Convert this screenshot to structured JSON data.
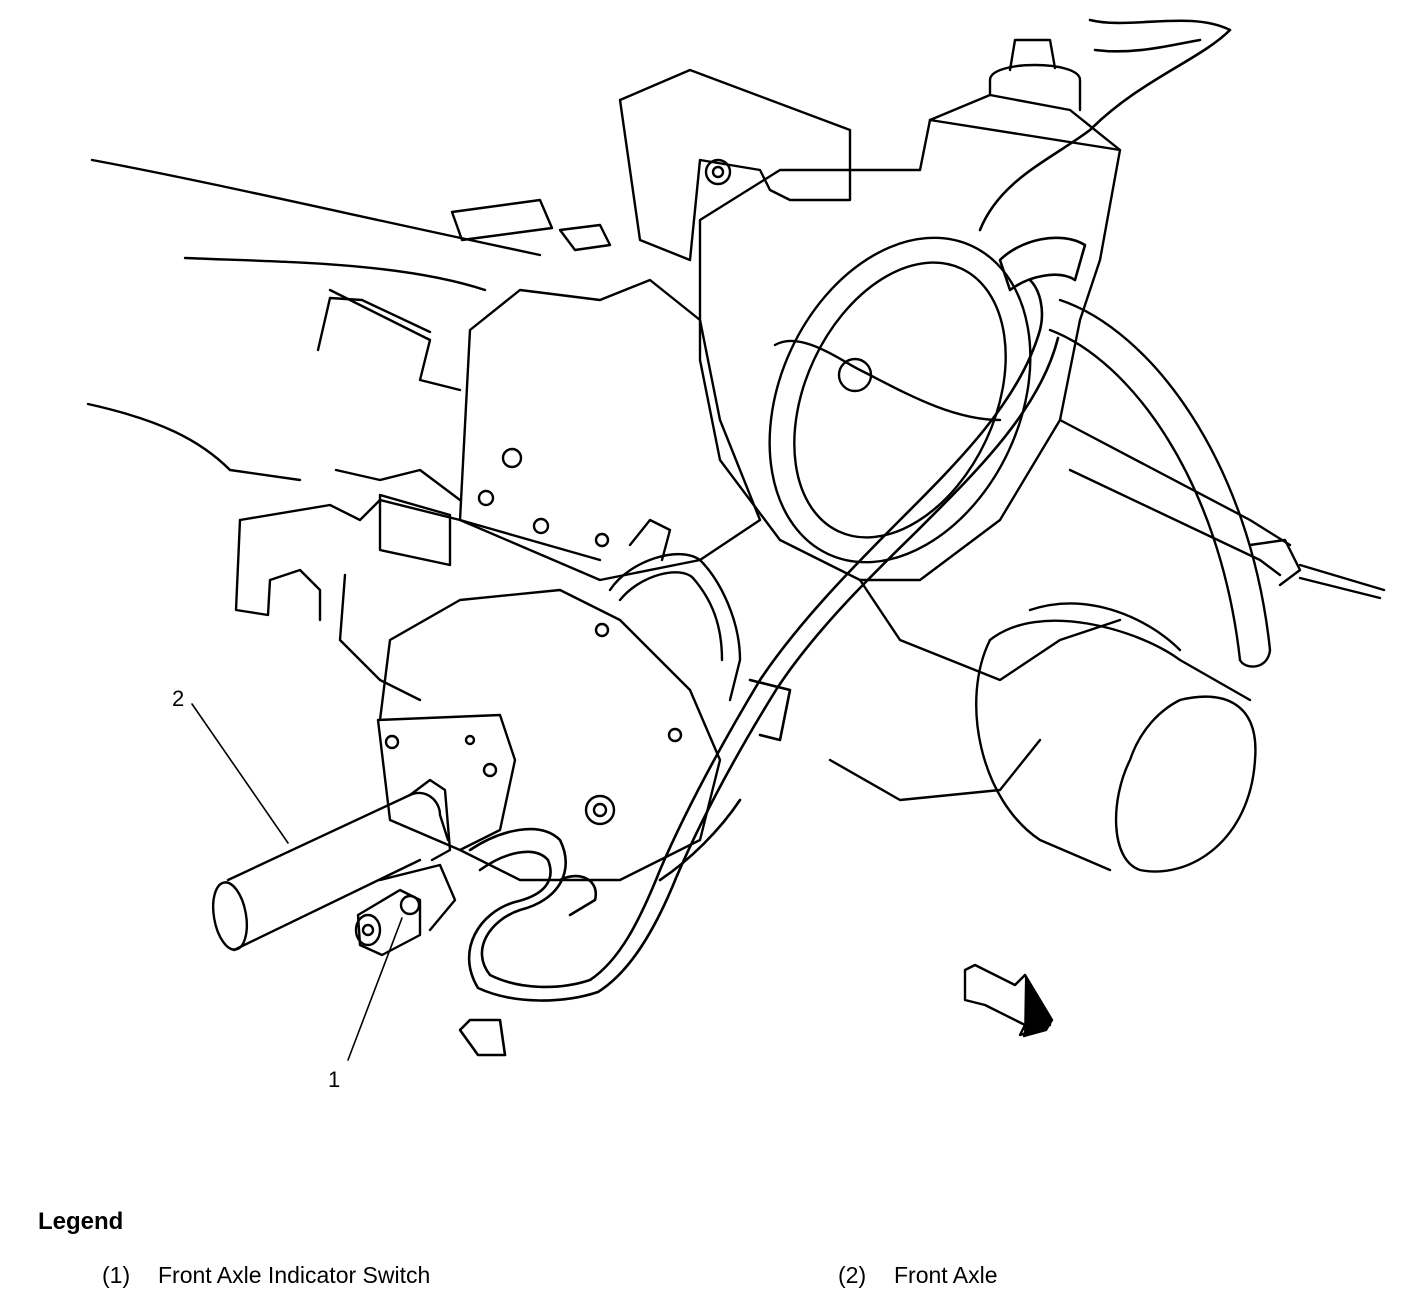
{
  "callouts": [
    {
      "id": "1",
      "label": "1"
    },
    {
      "id": "2",
      "label": "2"
    }
  ],
  "legend": {
    "title": "Legend",
    "items": [
      {
        "num": "(1)",
        "text": "Front Axle Indicator Switch"
      },
      {
        "num": "(2)",
        "text": "Front Axle"
      }
    ]
  },
  "colors": {
    "ink": "#000000",
    "paper": "#ffffff"
  }
}
